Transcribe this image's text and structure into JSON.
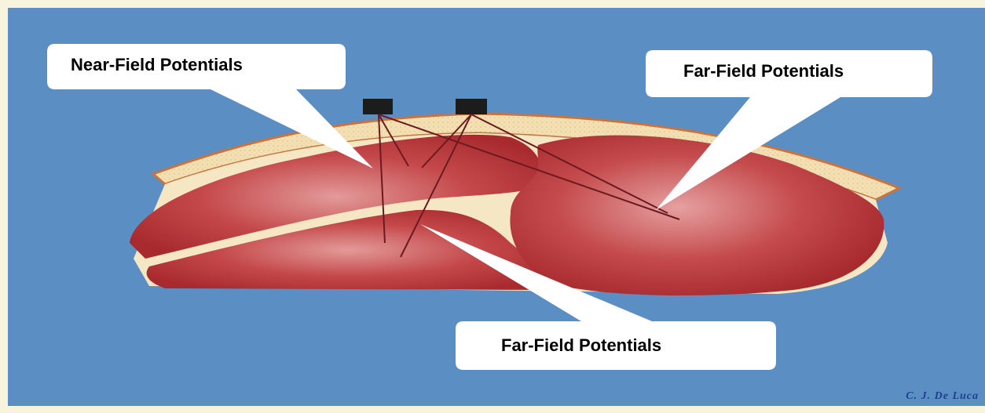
{
  "callouts": {
    "near_field": "Near-Field Potentials",
    "far_field_right": "Far-Field Potentials",
    "far_field_bottom": "Far-Field Potentials"
  },
  "signature": "C. J. De Luca",
  "colors": {
    "background_blue": "#5b8fc4",
    "frame_cream": "#f7f3dc",
    "muscle_red": "#b5363a",
    "fat_layer": "#f3dfb4",
    "electrode": "#1c1c1c"
  }
}
